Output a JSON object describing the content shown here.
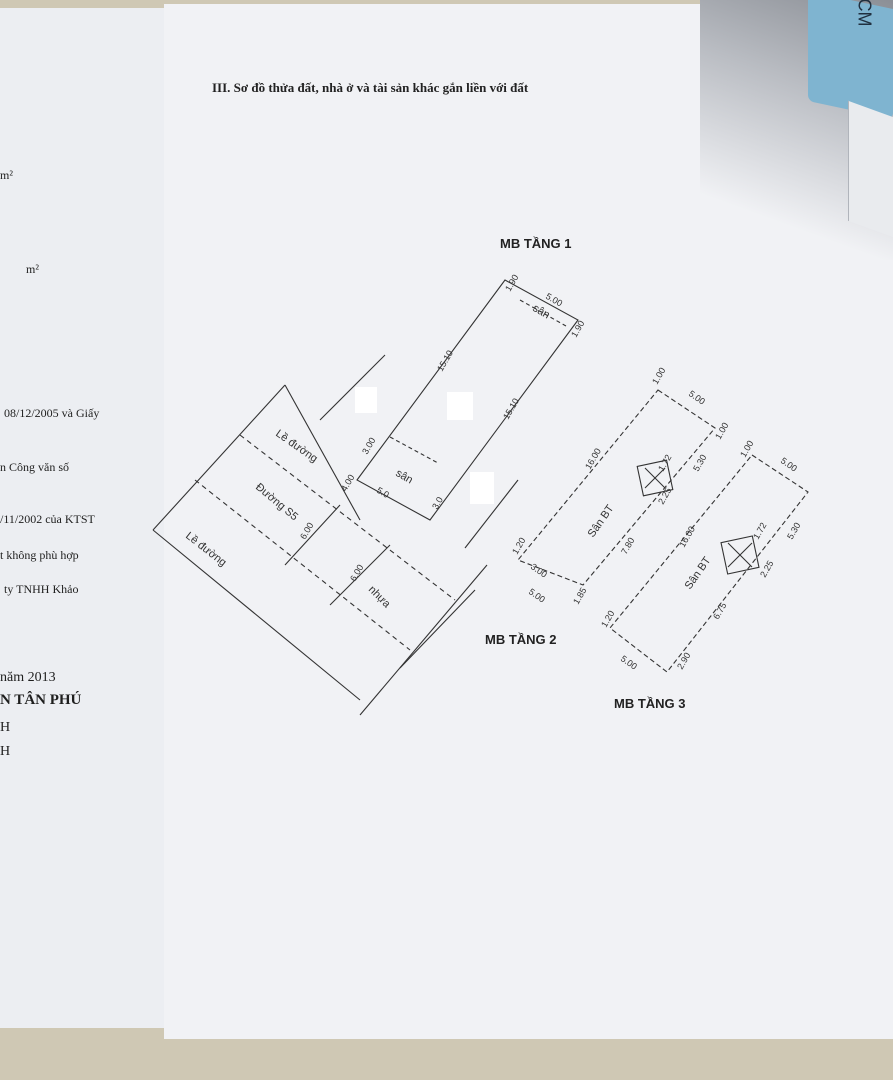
{
  "section_heading": "III. Sơ đồ thửa đất, nhà ở và tài sản khác gắn liền với đất",
  "left_page_fragments": [
    "m²",
    "m²",
    "08/12/2005 và Giấy",
    "n Công văn số",
    "/11/2002 của KTST",
    "t không phù hợp",
    "ty TNHH Khảo",
    "năm 2013",
    "N TÂN PHÚ",
    "H",
    "H"
  ],
  "plan_titles": {
    "floor1": "MB TẦNG 1",
    "floor2": "MB TẦNG 2",
    "floor3": "MB TẦNG 3"
  },
  "floor1_labels": {
    "san_top": "sân",
    "san_mid": "sân",
    "road_shoulder_top": "Lề đường",
    "road_name": "Đường S5",
    "road_shoulder_bottom": "Lề đường",
    "asphalt": "nhựa"
  },
  "floor1_dims": {
    "d1": "1.90",
    "d2": "5.00",
    "d3": "1.90",
    "d4": "15.10",
    "d5": "15.10",
    "d6": "3.00",
    "d7": "5.0",
    "d8": "4.00",
    "d9": "6.00",
    "d10": "6.00",
    "d11": "3.0"
  },
  "floor2_dims": {
    "d1": "1.00",
    "d2": "5.00",
    "d3": "1.00",
    "d4": "16.00",
    "d5": "1.72",
    "d6": "5.30",
    "d7": "2.25",
    "d8": "7.80",
    "d9": "1.20",
    "d10": "3.00",
    "d11": "5.00",
    "d12": "1.85"
  },
  "floor2_label": "Sân BT",
  "floor3_dims": {
    "d1": "1.00",
    "d2": "5.00",
    "d3": "16.00",
    "d4": "1.72",
    "d5": "5.30",
    "d6": "2.25",
    "d7": "6.75",
    "d8": "1.20",
    "d9": "5.00",
    "d10": "2.90"
  },
  "floor3_label": "Sân BT",
  "card_text": "CM"
}
